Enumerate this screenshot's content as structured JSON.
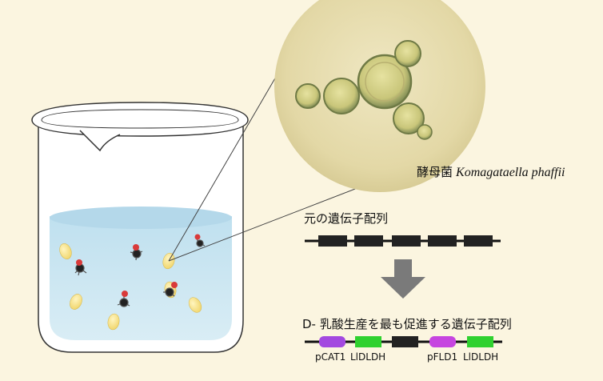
{
  "species": {
    "japanese": "酵母菌",
    "scientific": "Komagataella phaffii"
  },
  "original_gene_label": "元の遺伝子配列",
  "result_label": "D- 乳酸生産を最も促進する遺伝子配列",
  "construct_labels": [
    "pCAT1",
    "LlDLDH",
    "pFLD1",
    "LlDLDH"
  ],
  "colors": {
    "background": "#fbf5e0",
    "promoter_purple": "#a349e0",
    "gene_green": "#2fd12f",
    "gene_black": "#222222",
    "arrow_gray": "#7a7a7a",
    "liquid": "#cde6f1",
    "microscope_circle": "#e8deb0"
  }
}
